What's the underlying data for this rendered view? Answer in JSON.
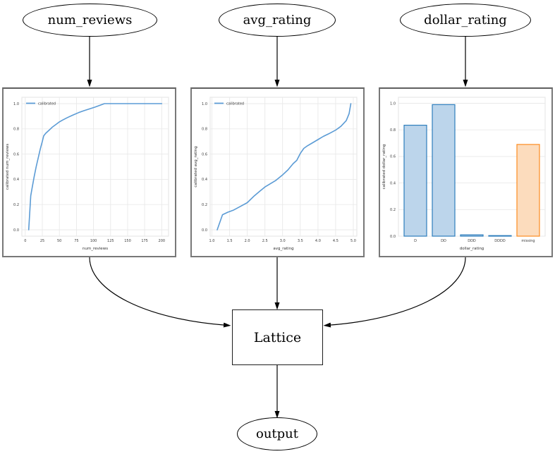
{
  "nodes": [
    {
      "id": "num_reviews",
      "label": "num_reviews"
    },
    {
      "id": "avg_rating",
      "label": "avg_rating"
    },
    {
      "id": "dollar_rating",
      "label": "dollar_rating"
    },
    {
      "id": "lattice",
      "label": "Lattice"
    },
    {
      "id": "output",
      "label": "output"
    }
  ],
  "edges": [
    {
      "from": "num_reviews",
      "to": "num_reviews-calibrator"
    },
    {
      "from": "avg_rating",
      "to": "avg_rating-calibrator"
    },
    {
      "from": "dollar_rating",
      "to": "dollar_rating-calibrator"
    },
    {
      "from": "num_reviews-calibrator",
      "to": "lattice"
    },
    {
      "from": "avg_rating-calibrator",
      "to": "lattice"
    },
    {
      "from": "dollar_rating-calibrator",
      "to": "lattice"
    },
    {
      "from": "lattice",
      "to": "output"
    }
  ],
  "colors": {
    "line_blue": "#5b9bd5",
    "bar_blue_fill": "#bcd5eb",
    "bar_blue_edge": "#2e7ebc",
    "bar_orange_fill": "#fcdcbd",
    "bar_orange_edge": "#fd8c21",
    "edge_black": "#000000",
    "grid": "#e9e9e9",
    "tick_text": "#3c3c3c"
  },
  "chart_data": [
    {
      "type": "line",
      "xlabel": "num_reviews",
      "ylabel": "calibrated num_reviews",
      "legend": "calibrated",
      "grid": "both",
      "legend_position": "upper left",
      "xlim": [
        -5,
        210
      ],
      "ylim": [
        -0.05,
        1.05
      ],
      "x_ticks": [
        0,
        25,
        50,
        75,
        100,
        125,
        150,
        175,
        200
      ],
      "x_tick_labels": [
        "0",
        "25",
        "50",
        "75",
        "100",
        "125",
        "150",
        "175",
        "200"
      ],
      "y_ticks": [
        0.0,
        0.2,
        0.4,
        0.6,
        0.8,
        1.0
      ],
      "y_tick_labels": [
        "0.0",
        "0.2",
        "0.4",
        "0.6",
        "0.8",
        "1.0"
      ],
      "series": [
        {
          "name": "calibrated",
          "color": "#5b9bd5",
          "points": [
            [
              5,
              0.0
            ],
            [
              8,
              0.27
            ],
            [
              10,
              0.33
            ],
            [
              13,
              0.42
            ],
            [
              16,
              0.5
            ],
            [
              19,
              0.57
            ],
            [
              22,
              0.64
            ],
            [
              25,
              0.7
            ],
            [
              27,
              0.745
            ],
            [
              30,
              0.765
            ],
            [
              35,
              0.79
            ],
            [
              40,
              0.815
            ],
            [
              45,
              0.835
            ],
            [
              50,
              0.855
            ],
            [
              55,
              0.87
            ],
            [
              62,
              0.89
            ],
            [
              70,
              0.91
            ],
            [
              78,
              0.928
            ],
            [
              86,
              0.944
            ],
            [
              94,
              0.958
            ],
            [
              102,
              0.972
            ],
            [
              110,
              0.988
            ],
            [
              116,
              1.0
            ],
            [
              200,
              1.0
            ]
          ]
        }
      ]
    },
    {
      "type": "line",
      "xlabel": "avg_rating",
      "ylabel": "calibrated avg_rating",
      "legend": "calibrated",
      "grid": "both",
      "legend_position": "upper left",
      "xlim": [
        0.95,
        5.1
      ],
      "ylim": [
        -0.05,
        1.05
      ],
      "x_ticks": [
        1.0,
        1.5,
        2.0,
        2.5,
        3.0,
        3.5,
        4.0,
        4.5,
        5.0
      ],
      "x_tick_labels": [
        "1.0",
        "1.5",
        "2.0",
        "2.5",
        "3.0",
        "3.5",
        "4.0",
        "4.5",
        "5.0"
      ],
      "y_ticks": [
        0.0,
        0.2,
        0.4,
        0.6,
        0.8,
        1.0
      ],
      "y_tick_labels": [
        "0.0",
        "0.2",
        "0.4",
        "0.6",
        "0.8",
        "1.0"
      ],
      "series": [
        {
          "name": "calibrated",
          "color": "#5b9bd5",
          "points": [
            [
              1.15,
              0.0
            ],
            [
              1.3,
              0.12
            ],
            [
              1.45,
              0.14
            ],
            [
              1.6,
              0.155
            ],
            [
              1.8,
              0.185
            ],
            [
              2.0,
              0.215
            ],
            [
              2.2,
              0.27
            ],
            [
              2.35,
              0.305
            ],
            [
              2.5,
              0.34
            ],
            [
              2.65,
              0.365
            ],
            [
              2.8,
              0.39
            ],
            [
              3.0,
              0.435
            ],
            [
              3.15,
              0.475
            ],
            [
              3.3,
              0.525
            ],
            [
              3.4,
              0.55
            ],
            [
              3.5,
              0.605
            ],
            [
              3.6,
              0.645
            ],
            [
              3.7,
              0.665
            ],
            [
              3.85,
              0.69
            ],
            [
              4.0,
              0.715
            ],
            [
              4.15,
              0.74
            ],
            [
              4.3,
              0.76
            ],
            [
              4.5,
              0.79
            ],
            [
              4.65,
              0.82
            ],
            [
              4.8,
              0.865
            ],
            [
              4.88,
              0.92
            ],
            [
              4.93,
              1.0
            ]
          ]
        }
      ]
    },
    {
      "type": "bar",
      "xlabel": "dollar_rating",
      "ylabel": "calibrated dollar_rating",
      "grid": "y",
      "categories": [
        "D",
        "DD",
        "DDD",
        "DDDD",
        "missing"
      ],
      "values": [
        0.835,
        0.99,
        0.01,
        0.004,
        0.69
      ],
      "bar_fill": [
        "#bcd5eb",
        "#bcd5eb",
        "#bcd5eb",
        "#bcd5eb",
        "#fcdcbd"
      ],
      "bar_edge": [
        "#2e7ebc",
        "#2e7ebc",
        "#2e7ebc",
        "#2e7ebc",
        "#fd8c21"
      ],
      "ylim": [
        0,
        1.045
      ],
      "y_ticks": [
        0.0,
        0.2,
        0.4,
        0.6,
        0.8,
        1.0
      ],
      "y_tick_labels": [
        "0.0",
        "0.2",
        "0.4",
        "0.6",
        "0.8",
        "1.0"
      ]
    }
  ]
}
